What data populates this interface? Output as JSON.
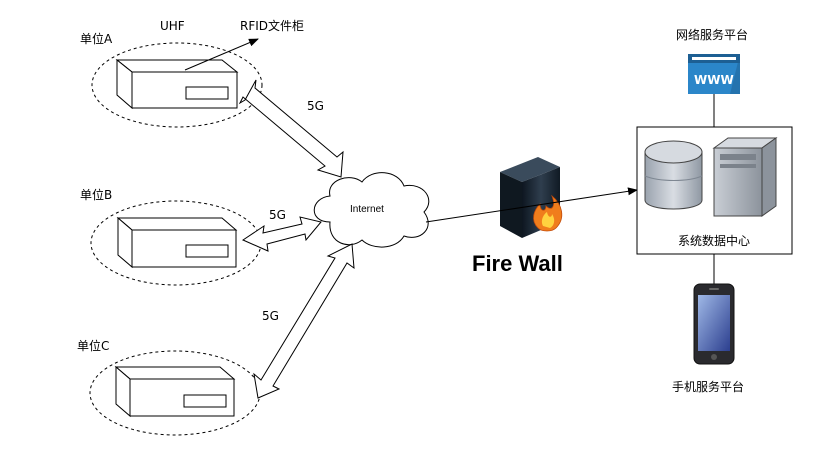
{
  "units": [
    {
      "label": "单位A"
    },
    {
      "label": "单位B"
    },
    {
      "label": "单位C"
    }
  ],
  "uhf_label": "UHF",
  "rfid_label": "RFID文件柜",
  "link_5g_label": "5G",
  "internet_label": "Internet",
  "firewall_label": "Fire Wall",
  "web_platform_label": "网络服务平台",
  "web_icon_text": "WWW",
  "data_center_label": "系统数据中心",
  "mobile_platform_label": "手机服务平台",
  "colors": {
    "stroke": "#000000",
    "web_icon_blue": "#2b86c9",
    "web_icon_dark": "#1d5f93",
    "db_fill": "#c6cbd3",
    "server_fill": "#aeb4bc",
    "firewall_body": "#1e2a36",
    "flame": "#f07d1c"
  }
}
